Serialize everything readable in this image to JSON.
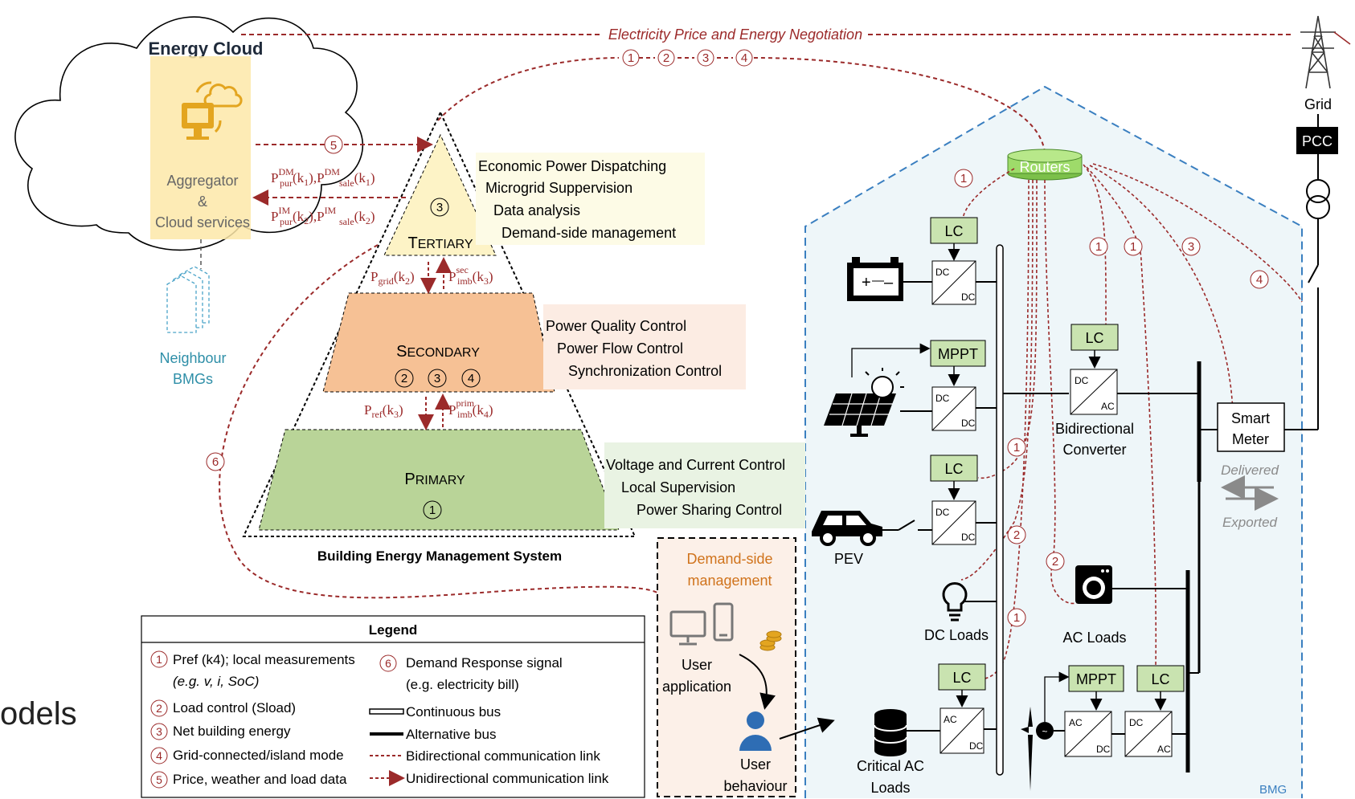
{
  "cloud": {
    "title": "Energy Cloud",
    "aggregator": [
      "Aggregator",
      "&",
      "Cloud services"
    ],
    "neighbour": [
      "Neighbour",
      "BMGs"
    ]
  },
  "negotiation": "Electricity Price and Energy Negotiation",
  "grid": {
    "label": "Grid",
    "pcc": "PCC"
  },
  "cloud_links": {
    "dm": {
      "base": "P",
      "sub1": "pur",
      "sup1": "DM",
      "arg1": "(k",
      "k1": "1",
      "sep": "),",
      "base2": "P",
      "sub2": "sale",
      "sup2": "DM",
      "arg2": "(k",
      "k2": "1",
      "end": ")"
    },
    "im": {
      "base": "P",
      "sub1": "pur",
      "sup1": "IM",
      "arg1": "(k",
      "k1": "2",
      "sep": "),",
      "base2": "P",
      "sub2": "sale",
      "sup2": "IM",
      "arg2": "(k",
      "k2": "2",
      "end": ")"
    }
  },
  "pyramid": {
    "caption": "Building Energy Management System",
    "tertiary": {
      "big": "T",
      "small": "ERTIARY"
    },
    "secondary": {
      "big": "S",
      "small": "ECONDARY"
    },
    "primary": {
      "big": "P",
      "small": "RIMARY"
    },
    "tertiary_tasks": [
      "Economic Power Dispatching",
      "Microgrid Suppervision",
      "Data analysis",
      "Demand-side management"
    ],
    "secondary_tasks": [
      "Power Quality Control",
      "Power Flow Control",
      "Synchronization Control"
    ],
    "primary_tasks": [
      "Voltage and Current Control",
      "Local Supervision",
      "Power Sharing Control"
    ],
    "link_t_s": {
      "left_base": "P",
      "left_sub": "grid",
      "left_arg": "(k",
      "left_k": "2",
      "left_end": ")",
      "right_base": "P",
      "right_sub": "imb",
      "right_sup": "sec",
      "right_arg": "(k",
      "right_k": "3",
      "right_end": ")"
    },
    "link_s_p": {
      "left_base": "P",
      "left_sub": "ref",
      "left_arg": "(k",
      "left_k": "3",
      "left_end": ")",
      "right_base": "P",
      "right_sub": "imb",
      "right_sup": "prim",
      "right_arg": "(k",
      "right_k": "4",
      "right_end": ")"
    }
  },
  "demand_side": {
    "title": [
      "Demand-side",
      "management"
    ],
    "app": [
      "User",
      "application"
    ],
    "behaviour": [
      "User",
      "behaviour"
    ]
  },
  "legend": {
    "title": "Legend",
    "items": [
      {
        "line1": "Pref (k4); local measurements",
        "line2": "(e.g. v, i, SoC)"
      },
      {
        "line1": "Load control (Sload)"
      },
      {
        "line1": "Net building energy"
      },
      {
        "line1": "Grid-connected/island mode"
      },
      {
        "line1": "Price, weather and load data"
      },
      {
        "line1": "Demand Response signal",
        "line2": "(e.g. electricity bill)"
      }
    ],
    "continuous": "Continuous bus",
    "alternative": "Alternative bus",
    "bidir": "Bidirectional communication link",
    "unidir": "Unidirectional communication link"
  },
  "bmg": {
    "label": "BMG",
    "routers": "Routers",
    "lc": "LC",
    "mppt": "MPPT",
    "dc": "DC",
    "ac": "AC",
    "pev": "PEV",
    "dc_loads": "DC Loads",
    "ac_loads": "AC Loads",
    "critical": [
      "Critical AC",
      "Loads"
    ],
    "bidirectional": [
      "Bidirectional",
      "Converter"
    ],
    "smart_meter": [
      "Smart",
      "Meter"
    ],
    "delivered": "Delivered",
    "exported": "Exported"
  },
  "numbers": [
    "1",
    "2",
    "3",
    "4",
    "5",
    "6"
  ],
  "stray_text": "odels",
  "colors": {
    "link": "#9b2a2a",
    "bmg_fill": "#eef6f9",
    "bmg_border": "#3a7fc0",
    "tertiary": "#fdf3c6",
    "secondary": "#f6c195",
    "primary": "#b9d498",
    "box_green": "#c9e3b0",
    "routers": "#9edb6a",
    "aggregator": "#fde8a8",
    "icon_gold": "#e3a520",
    "task_bg_t": "#fdfbe6",
    "task_bg_s": "#fcece3",
    "task_bg_p": "#e9f3e3",
    "demand_bg": "#fcf0e8",
    "demand_text": "#d0731c",
    "neighbour": "#2f8fa8"
  }
}
